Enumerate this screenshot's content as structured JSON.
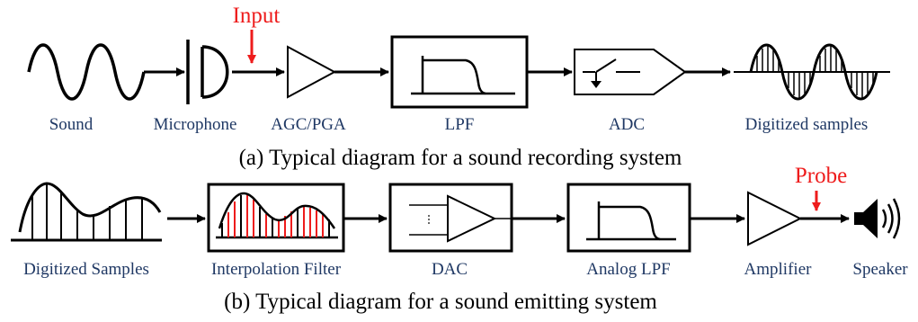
{
  "top": {
    "input_label": "Input",
    "labels": {
      "sound": "Sound",
      "microphone": "Microphone",
      "agc_pga": "AGC/PGA",
      "lpf": "LPF",
      "adc": "ADC",
      "digitized_samples": "Digitized samples"
    },
    "caption": "(a) Typical diagram for a sound recording system"
  },
  "bottom": {
    "probe_label": "Probe",
    "labels": {
      "digitized_samples": "Digitized Samples",
      "interpolation_filter": "Interpolation Filter",
      "dac": "DAC",
      "analog_lpf": "Analog LPF",
      "amplifier": "Amplifier",
      "speaker": "Speaker"
    },
    "caption": "(b) Typical diagram for a sound emitting system"
  },
  "colors": {
    "label": "#1f3864",
    "accent": "#ee1c1c",
    "stroke": "#000000"
  }
}
